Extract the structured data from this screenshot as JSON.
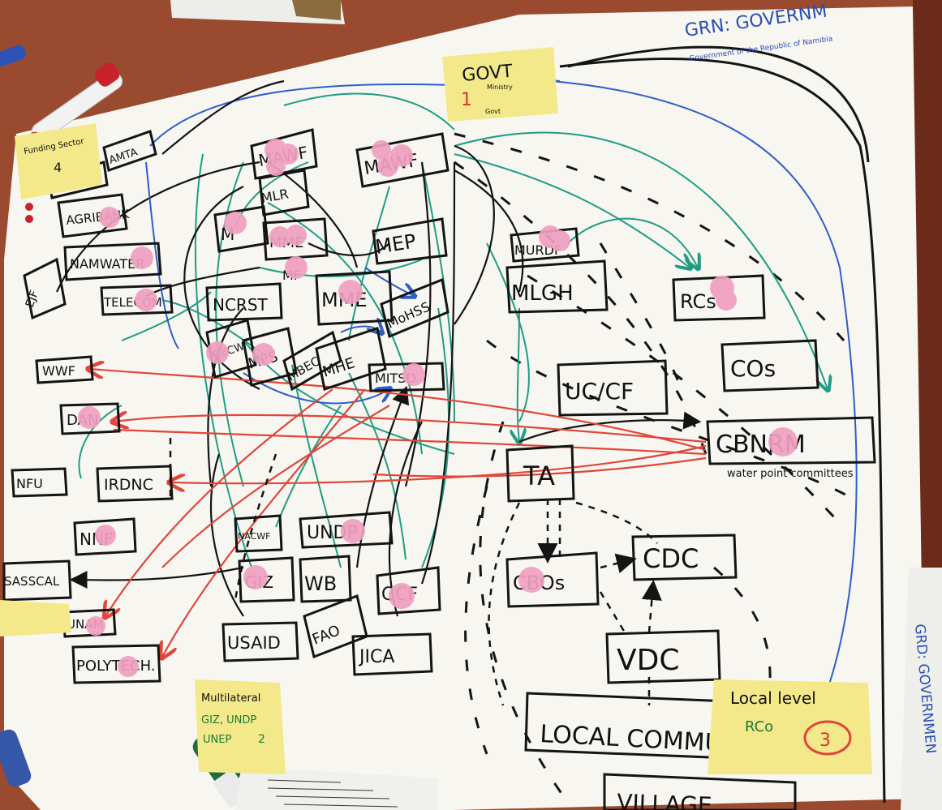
{
  "colors": {
    "table": "#9a4a2e",
    "paper": "#f7f6f1",
    "ink_black": "#141414",
    "ink_green": "#1f9d84",
    "ink_red": "#e0463a",
    "ink_blue": "#2f5ec7",
    "dot_pink": "#f0a0c0",
    "sticky_yellow": "#f4e98a"
  },
  "header_note": {
    "title": "GRN: GOVERNM",
    "subtitle": "Government of the Republic of Namibia"
  },
  "side_note": "GRD: GOVERNMEN",
  "stickies": {
    "govt": {
      "line1": "GOVT",
      "number": "1",
      "small1": "Ministry",
      "small2": "Govt"
    },
    "left": {
      "line1": "Funding Sector",
      "number": "4"
    },
    "multilateral": {
      "title": "Multilateral",
      "line2": "GIZ, UNDP",
      "line3": "UNEP",
      "number": "2"
    },
    "local": {
      "title": "Local level",
      "line2": "RCo",
      "number": "3"
    }
  },
  "nodes": {
    "amta": "AMTA",
    "agribank": "AGRIBANK",
    "namwater": "NAMWATER",
    "telecom": "TELECOM",
    "ejf": "EJF",
    "mawf_top": "MAWF",
    "mawf": "MAWF",
    "mlr": "MLR",
    "m_small": "M",
    "mme_box": "MME",
    "mf": "MF",
    "mep": "MEP",
    "mlgh_top": "MURDF",
    "mlgh": "MLGH",
    "ncrst": "NCRST",
    "mme": "MME",
    "mohss": "MoHSS",
    "gecw": "GECW",
    "mfs": "MFS",
    "mbec": "MBEC",
    "mhe": "MHE",
    "mito": "MITSD",
    "rcs": "RCs",
    "cos": "COs",
    "uccf": "UC/CF",
    "wwf": "WWF",
    "dan": "DAN",
    "cbnrm": "CBNRM",
    "cbnrm_sub": "water point committees",
    "nfu": "NFU",
    "irdnc": "IRDNC",
    "ta": "TA",
    "nnf": "NNF",
    "nacwf": "NACWF",
    "undp": "UNDP",
    "sasscal": "SASSCAL",
    "giz": "GIZ",
    "wb": "WB",
    "gcf": "GCF",
    "cbos": "CBOs",
    "cdc": "CDC",
    "unam": "UNAM",
    "usaid": "USAID",
    "fao": "FAO",
    "jica": "JICA",
    "vdc": "VDC",
    "polytech": "POLYTECH.",
    "local_comm": "LOCAL COMMU",
    "village": "VILLAGE"
  }
}
